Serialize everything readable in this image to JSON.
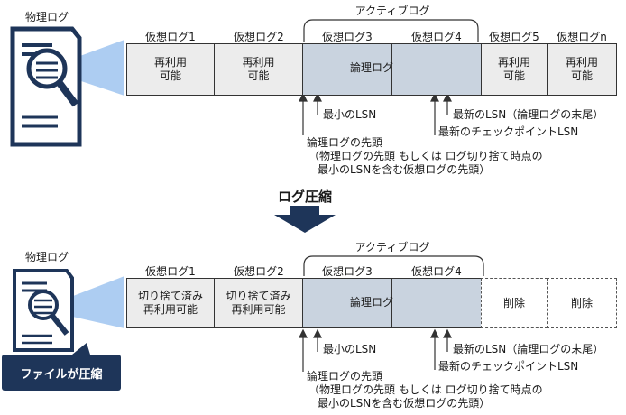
{
  "top": {
    "physical_log_label": "物理ログ",
    "active_log_label": "アクティブログ",
    "segments": [
      {
        "header": "仮想ログ1",
        "text": "再利用\n可能"
      },
      {
        "header": "仮想ログ2",
        "text": "再利用\n可能"
      },
      {
        "header": "仮想ログ3",
        "text": ""
      },
      {
        "header": "仮想ログ4",
        "text": ""
      },
      {
        "header": "仮想ログ5",
        "text": "再利用\n可能"
      },
      {
        "header": "仮想ログn",
        "text": "再利用\n可能"
      }
    ],
    "logical_log_label": "論理ログ",
    "min_lsn": "最小のLSN",
    "latest_lsn": "最新のLSN（論理ログの末尾）",
    "checkpoint_lsn": "最新のチェックポイントLSN",
    "head_line1": "論理ログの先頭",
    "head_line2": "（物理ログの先頭  もしくは  ログ切り捨て時点の",
    "head_line3": "最小のLSNを含む仮想ログの先頭）"
  },
  "middle": {
    "heading": "ログ圧縮"
  },
  "bottom": {
    "physical_log_label": "物理ログ",
    "active_log_label": "アクティブログ",
    "callout": "ファイルが圧縮",
    "segments": [
      {
        "header": "仮想ログ1",
        "text": "切り捨て済み\n再利用可能"
      },
      {
        "header": "仮想ログ2",
        "text": "切り捨て済み\n再利用可能"
      },
      {
        "header": "仮想ログ3",
        "text": ""
      },
      {
        "header": "仮想ログ4",
        "text": ""
      },
      {
        "header": "",
        "text": "削除"
      },
      {
        "header": "",
        "text": "削除"
      }
    ],
    "logical_log_label": "論理ログ",
    "min_lsn": "最小のLSN",
    "latest_lsn": "最新のLSN（論理ログの末尾）",
    "checkpoint_lsn": "最新のチェックポイントLSN",
    "head_line1": "論理ログの先頭",
    "head_line2": "（物理ログの先頭  もしくは  ログ切り捨て時点の",
    "head_line3": "最小のLSNを含む仮想ログの先頭）"
  },
  "colors": {
    "navy": "#1e3559",
    "beam": "#4a90e2",
    "active_fill": "#c9d3df",
    "plain_fill": "#ececec"
  }
}
